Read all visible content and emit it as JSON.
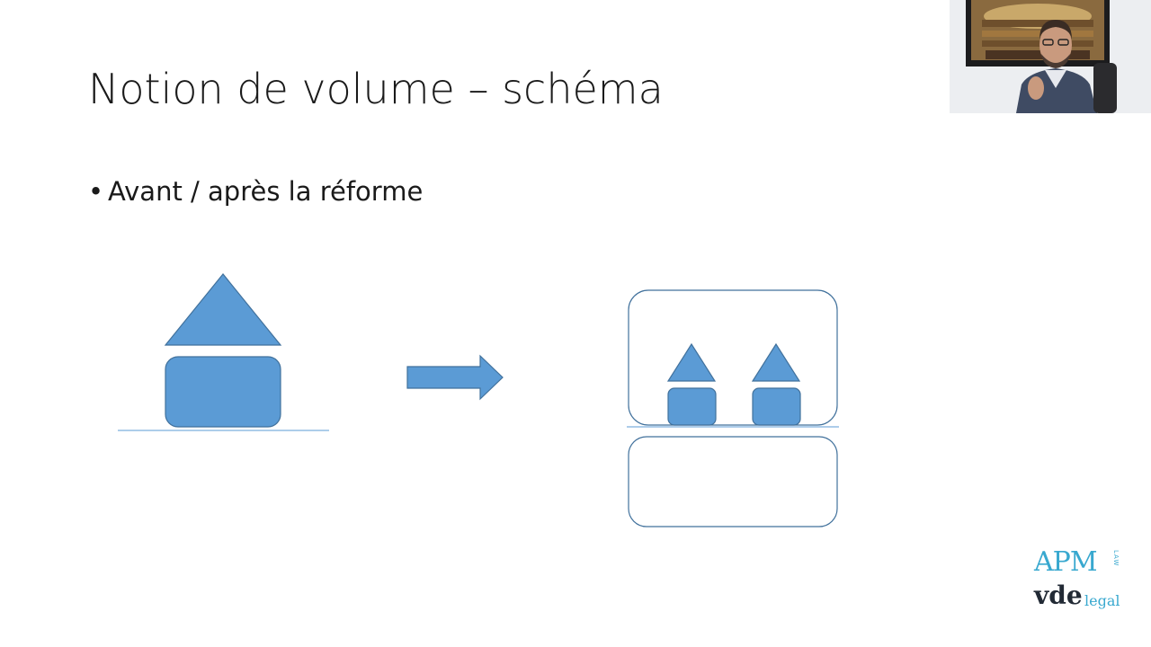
{
  "slide": {
    "title": "Notion de volume – schéma",
    "bullet": "Avant / après la réforme"
  },
  "logo": {
    "top": "APM",
    "top_vertical": "LAW",
    "bottom": "vde",
    "bottom_suffix": "legal"
  },
  "colors": {
    "shape_fill": "#5b9bd5",
    "shape_stroke": "#41719c",
    "logo_blue": "#38a8cf",
    "logo_dark": "#222a35"
  },
  "icons": {
    "bullet": "bullet-dot",
    "arrow": "right-arrow-icon"
  }
}
